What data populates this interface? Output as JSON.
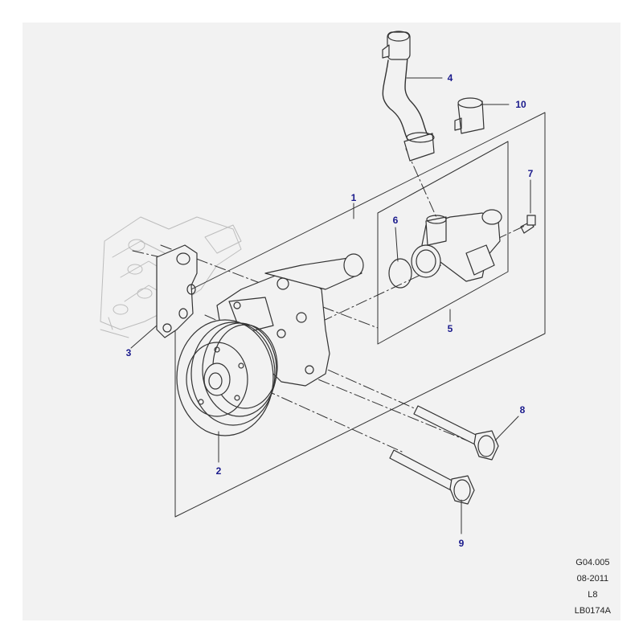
{
  "callouts": {
    "c1": "1",
    "c2": "2",
    "c3": "3",
    "c4": "4",
    "c5": "5",
    "c6": "6",
    "c7": "7",
    "c8": "8",
    "c9": "9",
    "c10": "10"
  },
  "meta": {
    "ref_code": "G04.005",
    "date": "08-2011",
    "model": "L8",
    "drawing_id": "LB0174A"
  },
  "colors": {
    "background": "#f2f2f2",
    "line": "#333333",
    "callout_text": "#1a1a8c"
  }
}
